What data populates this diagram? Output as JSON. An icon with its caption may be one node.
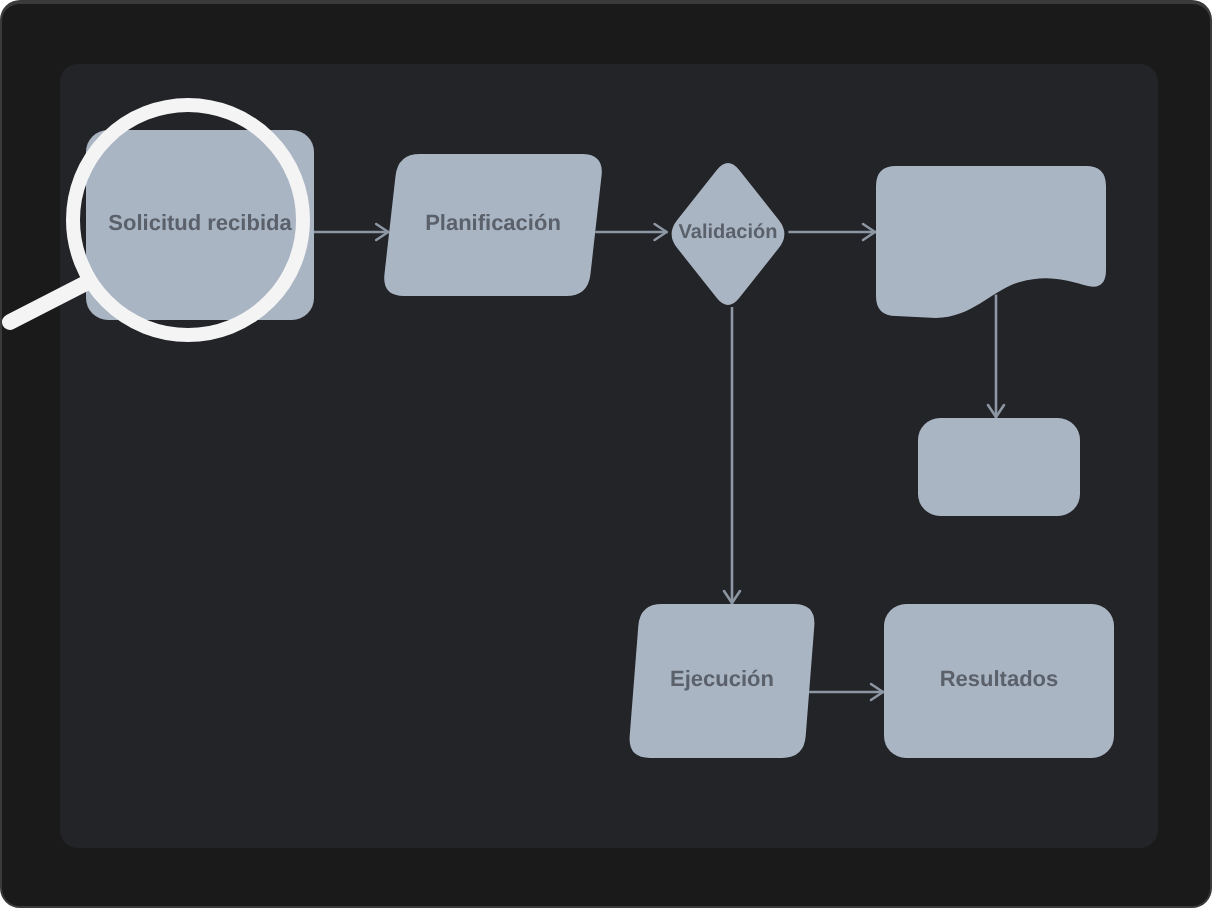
{
  "diagram": {
    "nodes": [
      {
        "text": [
          "Solicitud recibida"
        ]
      },
      {
        "text": [
          "Planificación"
        ]
      },
      {
        "text": [
          "Validación"
        ]
      },
      {
        "text": [],
        "shape": "document"
      },
      {
        "text": [],
        "shape": "box"
      },
      {
        "text": [
          "Ejecución"
        ]
      },
      {
        "text": [
          "Resultados"
        ]
      }
    ],
    "edges": [
      {
        "from": 0,
        "to": 1,
        "arrow": "to"
      },
      {
        "from": 1,
        "to": 2,
        "arrow": "to"
      },
      {
        "from": 2,
        "to": 3,
        "arrow": "to"
      },
      {
        "from": 3,
        "to": 4,
        "arrow": "to"
      },
      {
        "from": 2,
        "to": 5,
        "arrow": "to"
      },
      {
        "from": 5,
        "to": 6,
        "arrow": "to"
      }
    ]
  }
}
